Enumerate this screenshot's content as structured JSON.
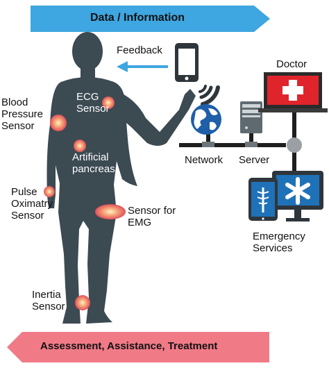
{
  "banners": {
    "top": "Data / Information",
    "bottom": "Assessment, Assistance, Treatment"
  },
  "labels": {
    "feedback": "Feedback",
    "doctor": "Doctor",
    "ecg": "ECG\nSensor",
    "blood_pressure": "Blood\nPressure\nSensor",
    "artificial_pancreas": "Artificial\npancreas",
    "network": "Network",
    "server": "Server",
    "pulse_oximetry": "Pulse\nOximatry\nSensor",
    "emg": "Sensor for\nEMG",
    "emergency": "Emergency\nServices",
    "inertia": "Inertia\nSensor"
  },
  "colors": {
    "top_arrow": "#3ea6e0",
    "bottom_arrow": "#f07a86",
    "body": "#3c4a52",
    "doctor_red": "#e0242b",
    "sensor": "#e76a55"
  }
}
